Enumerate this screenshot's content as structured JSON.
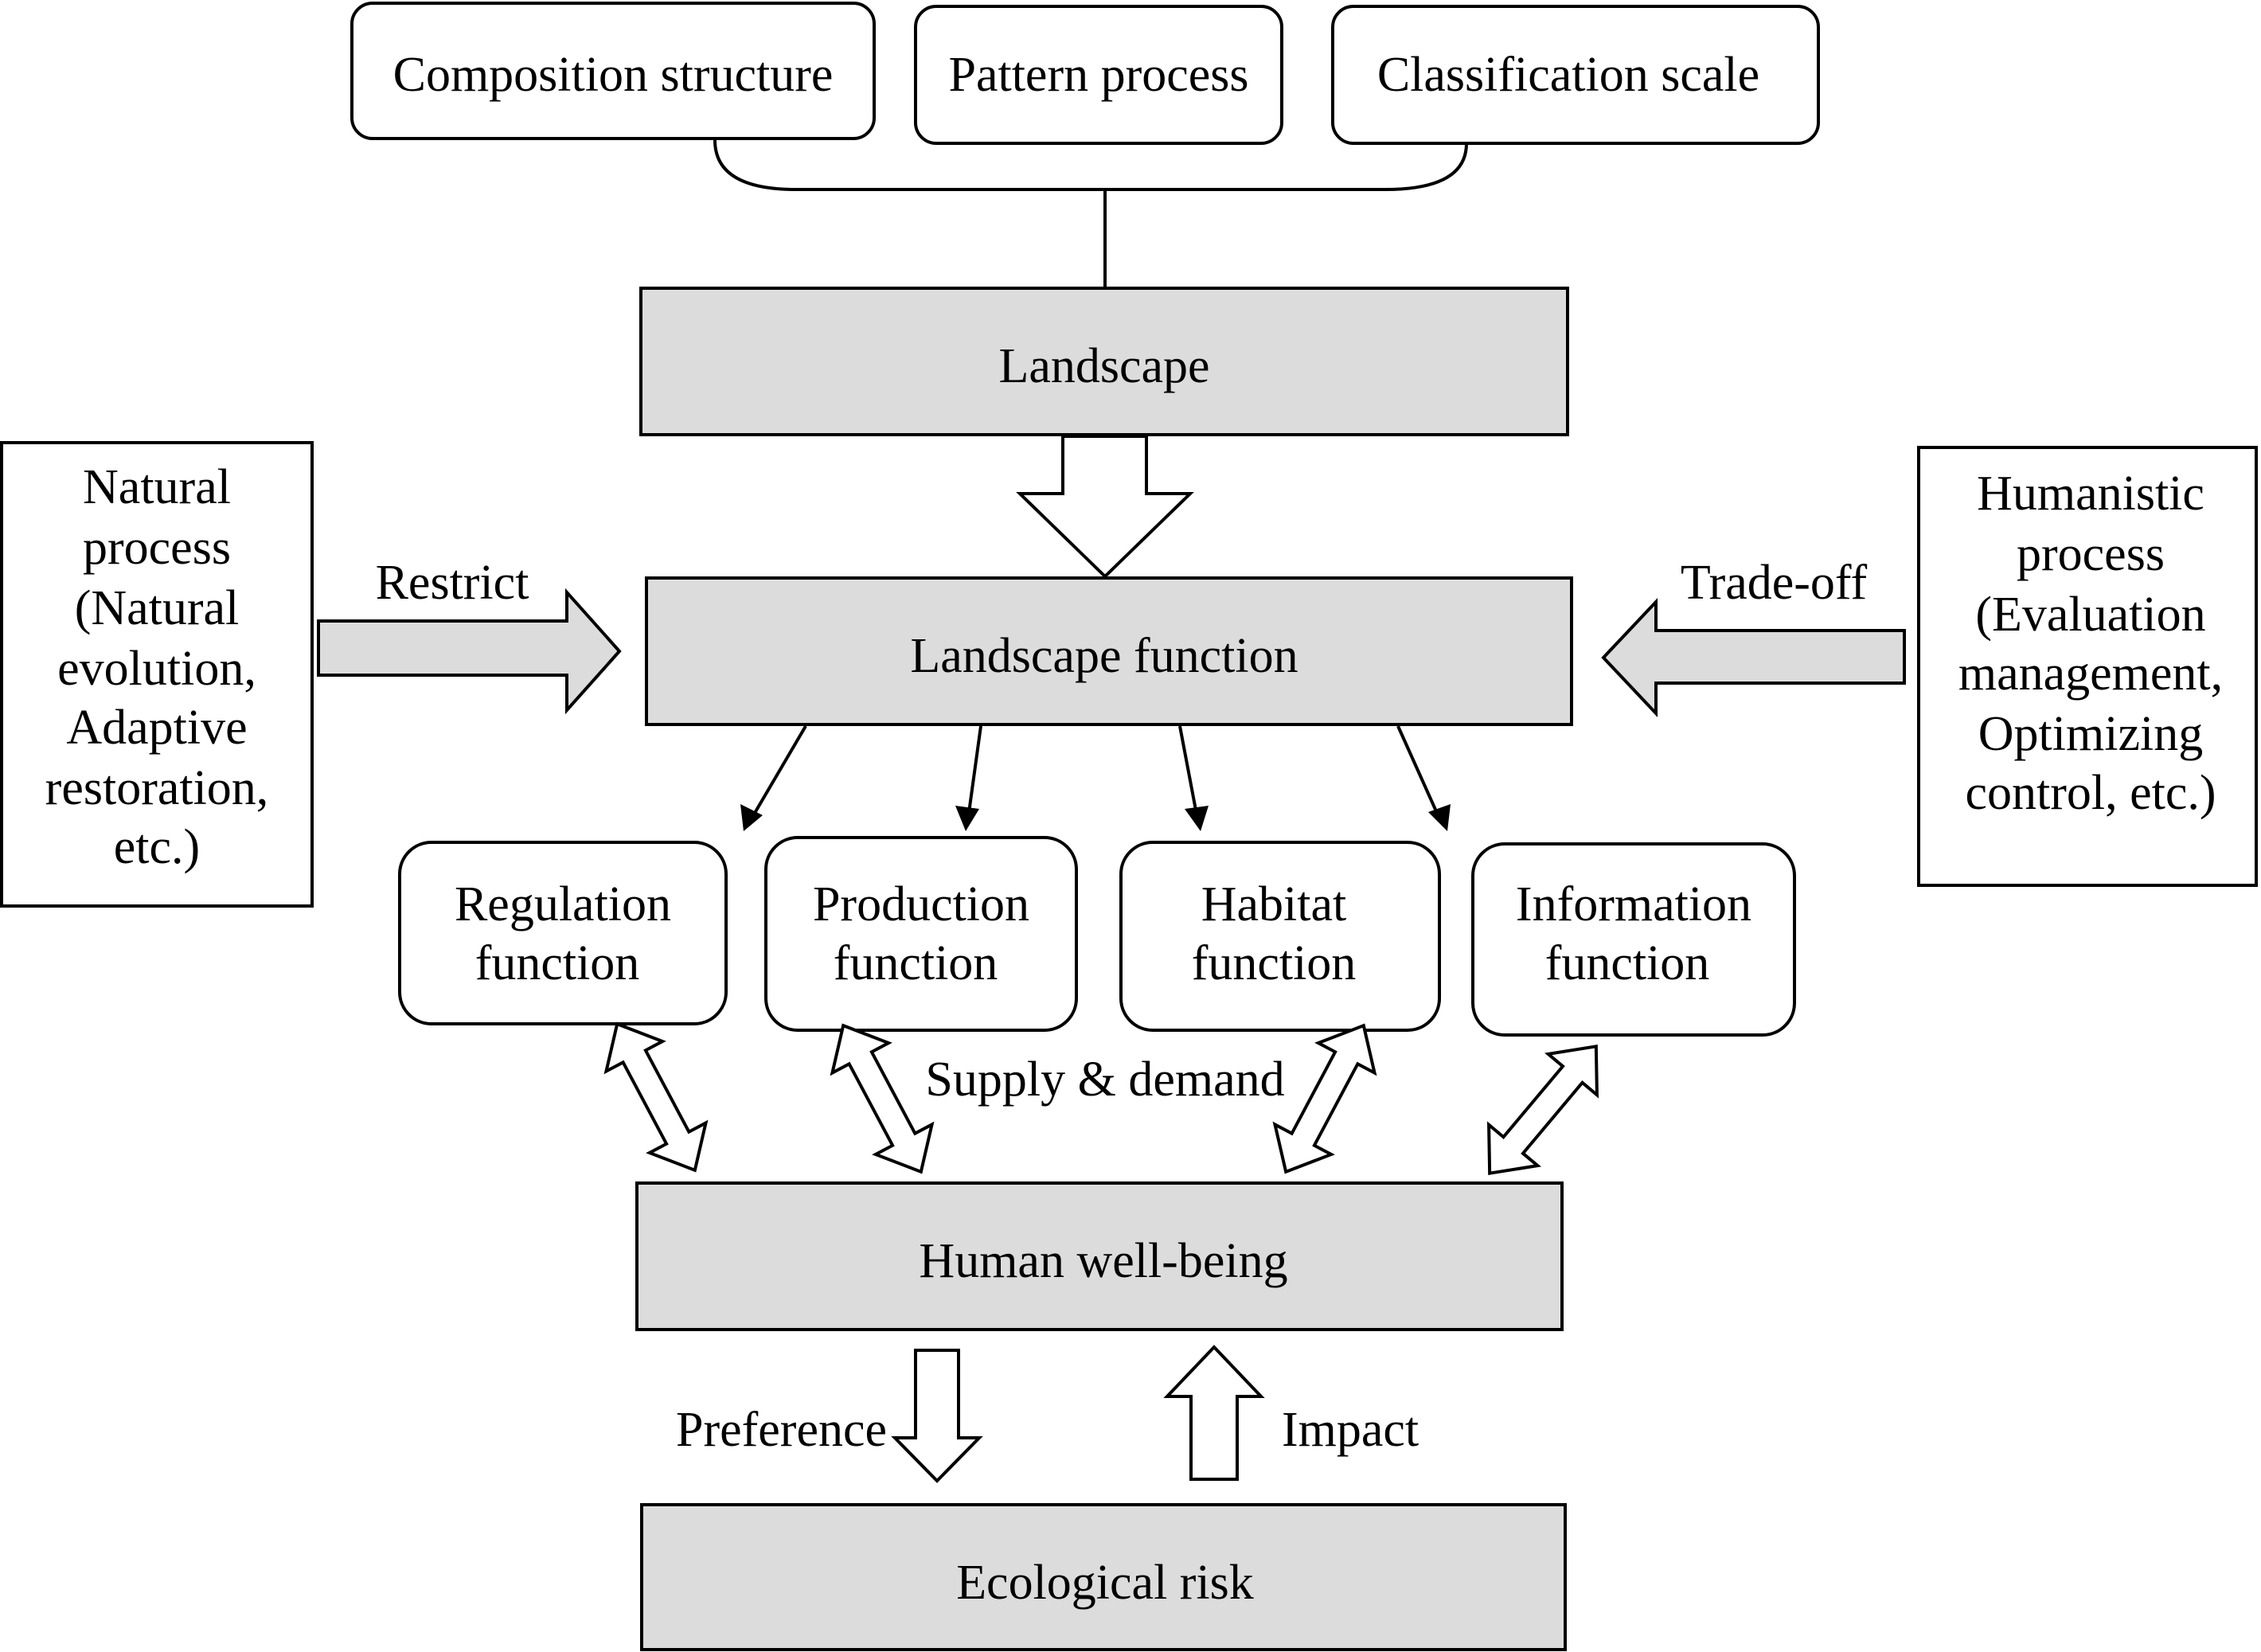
{
  "top_boxes": [
    {
      "label": "Composition structure"
    },
    {
      "label": "Pattern process"
    },
    {
      "label": "Classification scale"
    }
  ],
  "main_boxes": {
    "landscape": "Landscape",
    "landscape_function": "Landscape function",
    "human_wellbeing": "Human well-being",
    "ecological_risk": "Ecological risk"
  },
  "function_boxes": [
    {
      "line1": "Regulation",
      "line2": "function"
    },
    {
      "line1": "Production",
      "line2": "function"
    },
    {
      "line1": "Habitat",
      "line2": "function"
    },
    {
      "line1": "Information",
      "line2": "function"
    }
  ],
  "left_side": {
    "lines": [
      "Natural",
      "process",
      "(Natural",
      "evolution,",
      "Adaptive",
      "restoration,",
      "etc.)"
    ]
  },
  "right_side": {
    "lines": [
      "Humanistic",
      "process",
      "(Evaluation",
      "management,",
      "Optimizing",
      "control, etc.)"
    ]
  },
  "arrow_labels": {
    "restrict": "Restrict",
    "tradeoff": "Trade-off",
    "supply_demand": "Supply & demand",
    "preference": "Preference",
    "impact": "Impact"
  },
  "colors": {
    "main_box_fill": "#dcdcdc",
    "stroke": "#000000",
    "background": "#ffffff"
  }
}
